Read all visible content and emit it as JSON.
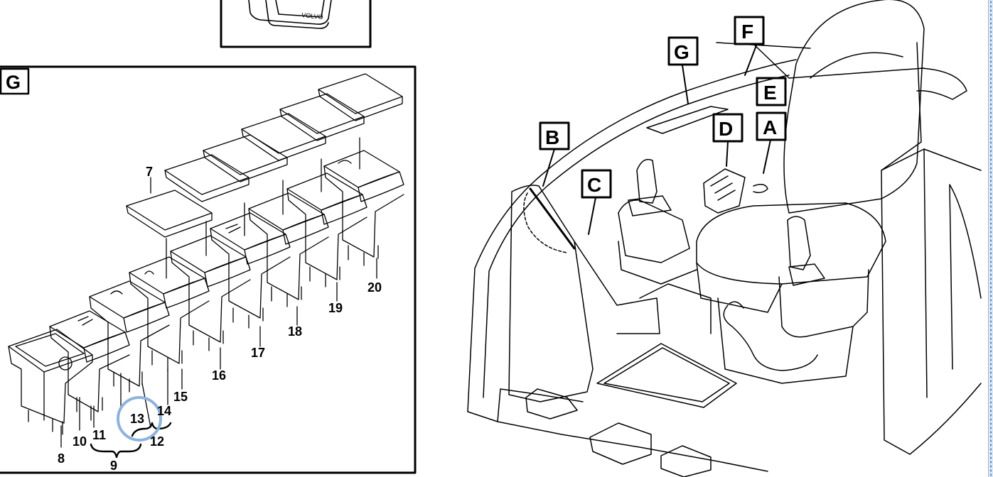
{
  "figure": {
    "panel_label": "G",
    "display_brand": "VOLVO",
    "callouts": {
      "c7": "7",
      "c8": "8",
      "c9": "9",
      "c10": "10",
      "c11": "11",
      "c12": "12",
      "c13": "13",
      "c14": "14",
      "c15": "15",
      "c16": "16",
      "c17": "17",
      "c18": "18",
      "c19": "19",
      "c20": "20"
    },
    "cab_labels": {
      "A": "A",
      "B": "B",
      "C": "C",
      "D": "D",
      "E": "E",
      "F": "F",
      "G": "G"
    },
    "highlight_color": "#8fb3dc"
  }
}
